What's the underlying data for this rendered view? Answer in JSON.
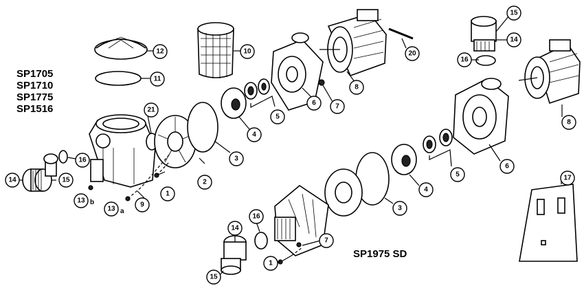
{
  "models_top": [
    "SP1705",
    "SP1710",
    "SP1775",
    "SP1516"
  ],
  "model_bottom": "SP1975 SD",
  "callouts": {
    "c1_top": "1",
    "c2": "2",
    "c3_top": "3",
    "c4_top": "4",
    "c5_top": "5",
    "c6_top": "6",
    "c7_top": "7",
    "c8_top": "8",
    "c9": "9",
    "c10": "10",
    "c11": "11",
    "c12": "12",
    "c13a": "13",
    "c13b": "13",
    "c14_left": "14",
    "c15_left": "15",
    "c16_left": "16",
    "c20": "20",
    "c21": "21",
    "c15_right": "15",
    "c14_right": "14",
    "c16_right": "16",
    "c8_right": "8",
    "c6_right": "6",
    "c5_right": "5",
    "c4_right": "4",
    "c3_bottom": "3",
    "c17": "17",
    "c7_bottom": "7",
    "c16_bottom": "16",
    "c14_bottom": "14",
    "c1_bottom": "1",
    "c15_bottom": "15"
  },
  "sub_labels": {
    "a": "a",
    "b": "b"
  }
}
